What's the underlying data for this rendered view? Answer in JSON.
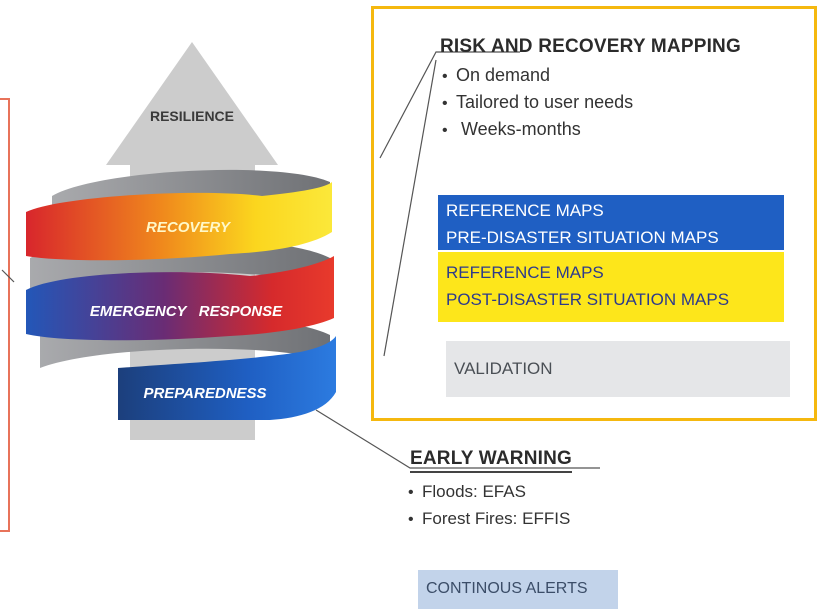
{
  "diagram": {
    "arrow_label": "RESILIENCE",
    "rings": [
      {
        "label": "RECOVERY"
      },
      {
        "label": "EMERGENCY   RESPONSE"
      },
      {
        "label": "PREPAREDNESS"
      }
    ]
  },
  "risk_mapping": {
    "heading": "RISK AND RECOVERY MAPPING",
    "bullets": [
      "On demand",
      "Tailored to user needs",
      " Weeks-months"
    ],
    "blue_band": [
      "REFERENCE MAPS",
      "PRE-DISASTER SITUATION MAPS"
    ],
    "yellow_band": [
      "REFERENCE MAPS",
      "POST-DISASTER SITUATION MAPS"
    ],
    "validation": "VALIDATION"
  },
  "early_warning": {
    "heading": "EARLY WARNING",
    "bullets": [
      "Floods: EFAS",
      "Forest Fires: EFFIS"
    ],
    "alerts": "CONTINOUS ALERTS"
  },
  "colors": {
    "risk_box_border": "#f5b80f",
    "left_frame_border": "#e8735a",
    "arrow": "#cccccc",
    "blue_band": "#1f5fc3",
    "yellow_band": "#fde61b",
    "validation_band": "#e5e6e8",
    "alerts_badge": "#c2d3ea"
  }
}
